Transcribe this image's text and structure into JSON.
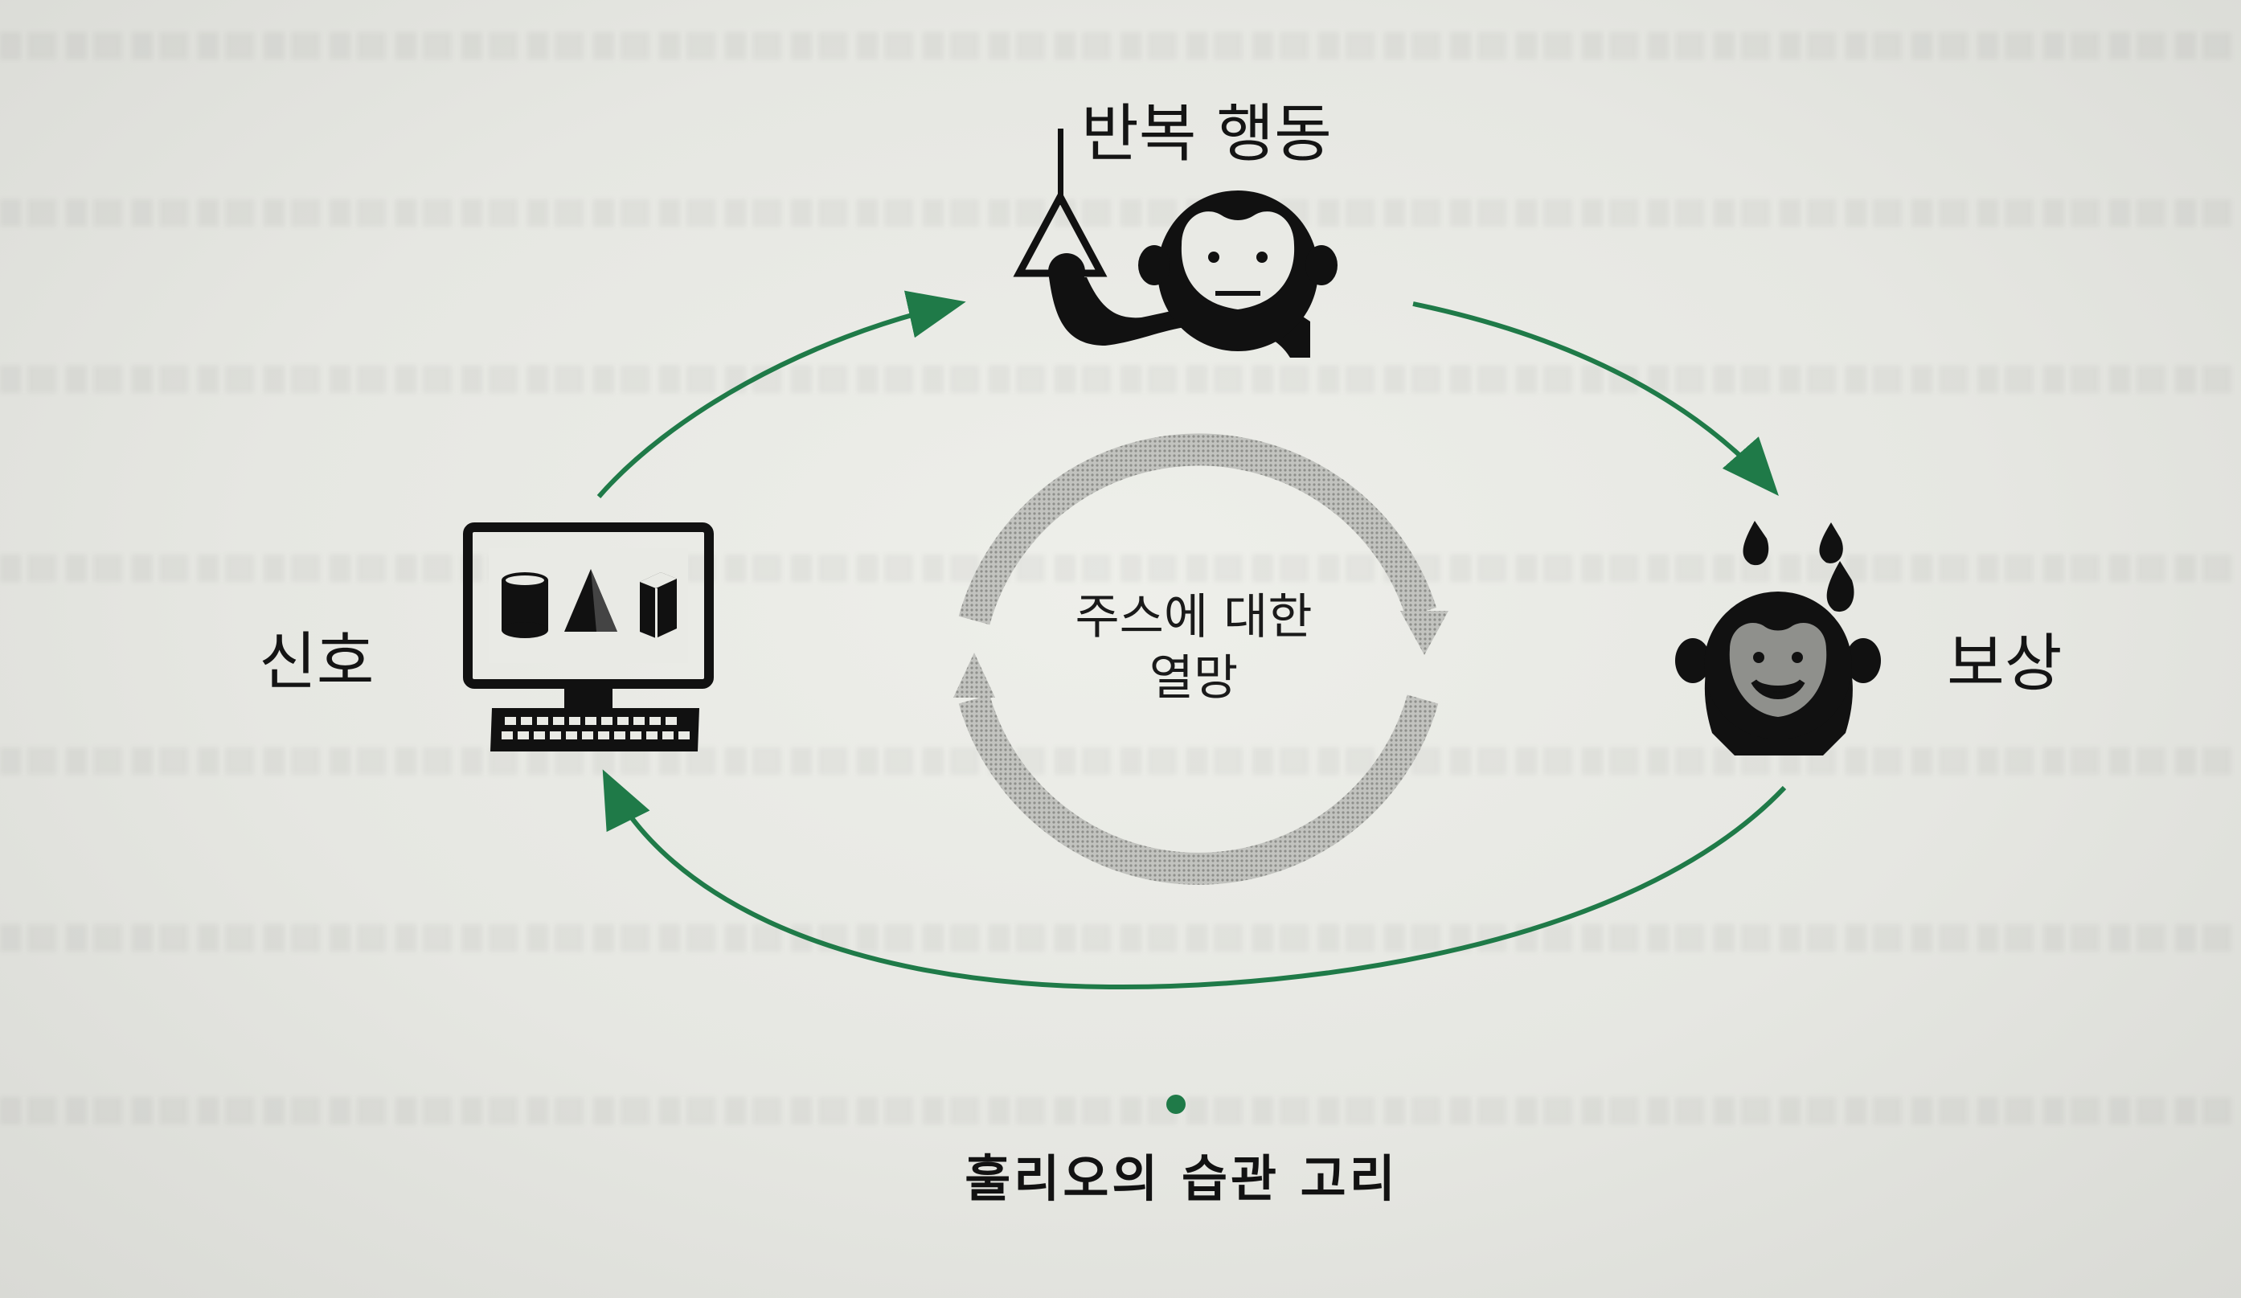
{
  "diagram": {
    "nodes": {
      "top": {
        "label": "반복 행동",
        "icon": "monkey-pulling-lever-icon"
      },
      "right": {
        "label": "보상",
        "icon": "monkey-with-juice-drops-icon"
      },
      "left": {
        "label": "신호",
        "icon": "computer-monitor-with-shapes-icon"
      }
    },
    "center": {
      "line1": "주스에 대한",
      "line2": "열망",
      "icon": "circular-arrows-icon"
    },
    "caption": "훌리오의 습관 고리"
  },
  "colors": {
    "arrow": "#1f7a48",
    "inner_cycle": "#a9aaa6",
    "icon": "#111111",
    "text": "#141414"
  }
}
